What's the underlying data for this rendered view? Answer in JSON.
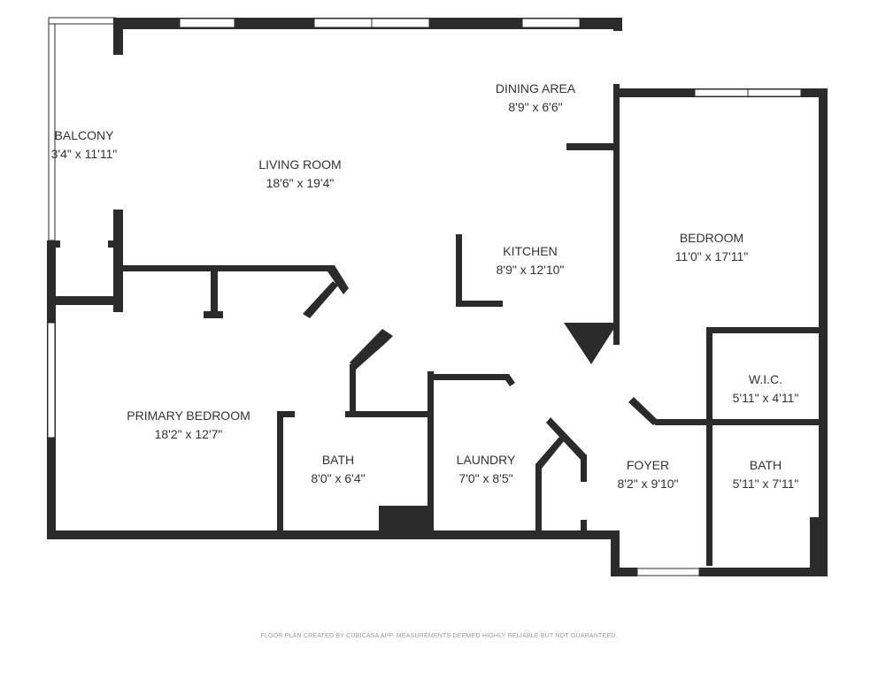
{
  "rooms": [
    {
      "name": "BALCONY",
      "size": "3'4\" x 11'11\""
    },
    {
      "name": "LIVING ROOM",
      "size": "18'6\" x 19'4\""
    },
    {
      "name": "DINING AREA",
      "size": "8'9\" x 6'6\""
    },
    {
      "name": "KITCHEN",
      "size": "8'9\" x 12'10\""
    },
    {
      "name": "BEDROOM",
      "size": "11'0\" x 17'11\""
    },
    {
      "name": "W.I.C.",
      "size": "5'11\" x 4'11\""
    },
    {
      "name": "PRIMARY BEDROOM",
      "size": "18'2\" x 12'7\""
    },
    {
      "name": "BATH",
      "size": "8'0\" x 6'4\""
    },
    {
      "name": "LAUNDRY",
      "size": "7'0\" x 8'5\""
    },
    {
      "name": "FOYER",
      "size": "8'2\" x 9'10\""
    },
    {
      "name": "BATH",
      "size": "5'11\" x 7'11\""
    }
  ],
  "footer": "FLOOR PLAN CREATED BY CUBICASA APP. MEASUREMENTS DEEMED HIGHLY RELIABLE BUT NOT GUARANTEED.",
  "colors": {
    "wall": "#2b2b2b",
    "background": "#ffffff"
  }
}
